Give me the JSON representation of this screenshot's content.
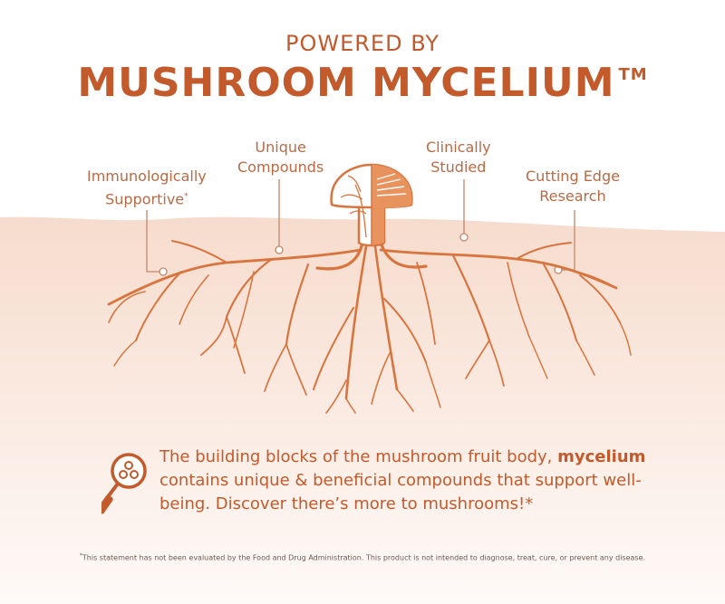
{
  "header": {
    "kicker": "POWERED BY",
    "headline": "MUSHROOM MYCELIUM",
    "trademark": "TM"
  },
  "labels": [
    {
      "line1": "Immunologically",
      "line2": "Supportive",
      "mark": "*"
    },
    {
      "line1": "Unique",
      "line2": "Compounds",
      "mark": ""
    },
    {
      "line1": "Clinically",
      "line2": "Studied",
      "mark": ""
    },
    {
      "line1": "Cutting Edge",
      "line2": "Research",
      "mark": ""
    }
  ],
  "blurb": {
    "part1": "The building blocks of the mushroom fruit body, ",
    "emphasis": "mycelium",
    "part2": " contains unique & beneficial compounds that support well-being. Discover there’s more to mushrooms!",
    "mark": "*"
  },
  "footnote": {
    "mark": "*",
    "text": "This statement has not been evaluated by the Food and Drug Administration. This product is not intended to diagnose, treat, cure, or prevent any disease."
  },
  "colors": {
    "accent": "#c25a2c",
    "root": "#d8743e",
    "soil_top": "#f7ddd0",
    "soil_bottom": "#fdf6f2"
  },
  "icons": [
    "mushroom-icon",
    "magnifier-molecule-icon"
  ]
}
